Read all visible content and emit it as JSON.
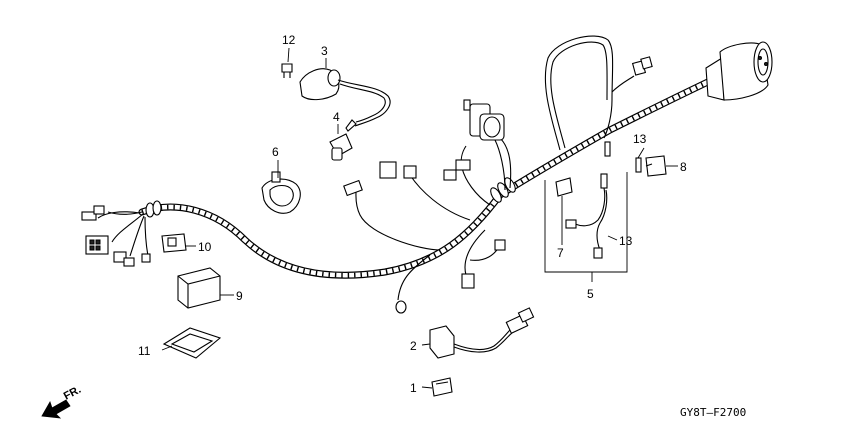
{
  "diagram": {
    "callouts": [
      "1",
      "2",
      "3",
      "4",
      "5",
      "6",
      "7",
      "8",
      "9",
      "10",
      "11",
      "12",
      "13",
      "13"
    ],
    "direction_label": "FR.",
    "figure_code": "GY8T–F2700"
  },
  "icons": {
    "direction": "front-direction-arrow-icon"
  }
}
